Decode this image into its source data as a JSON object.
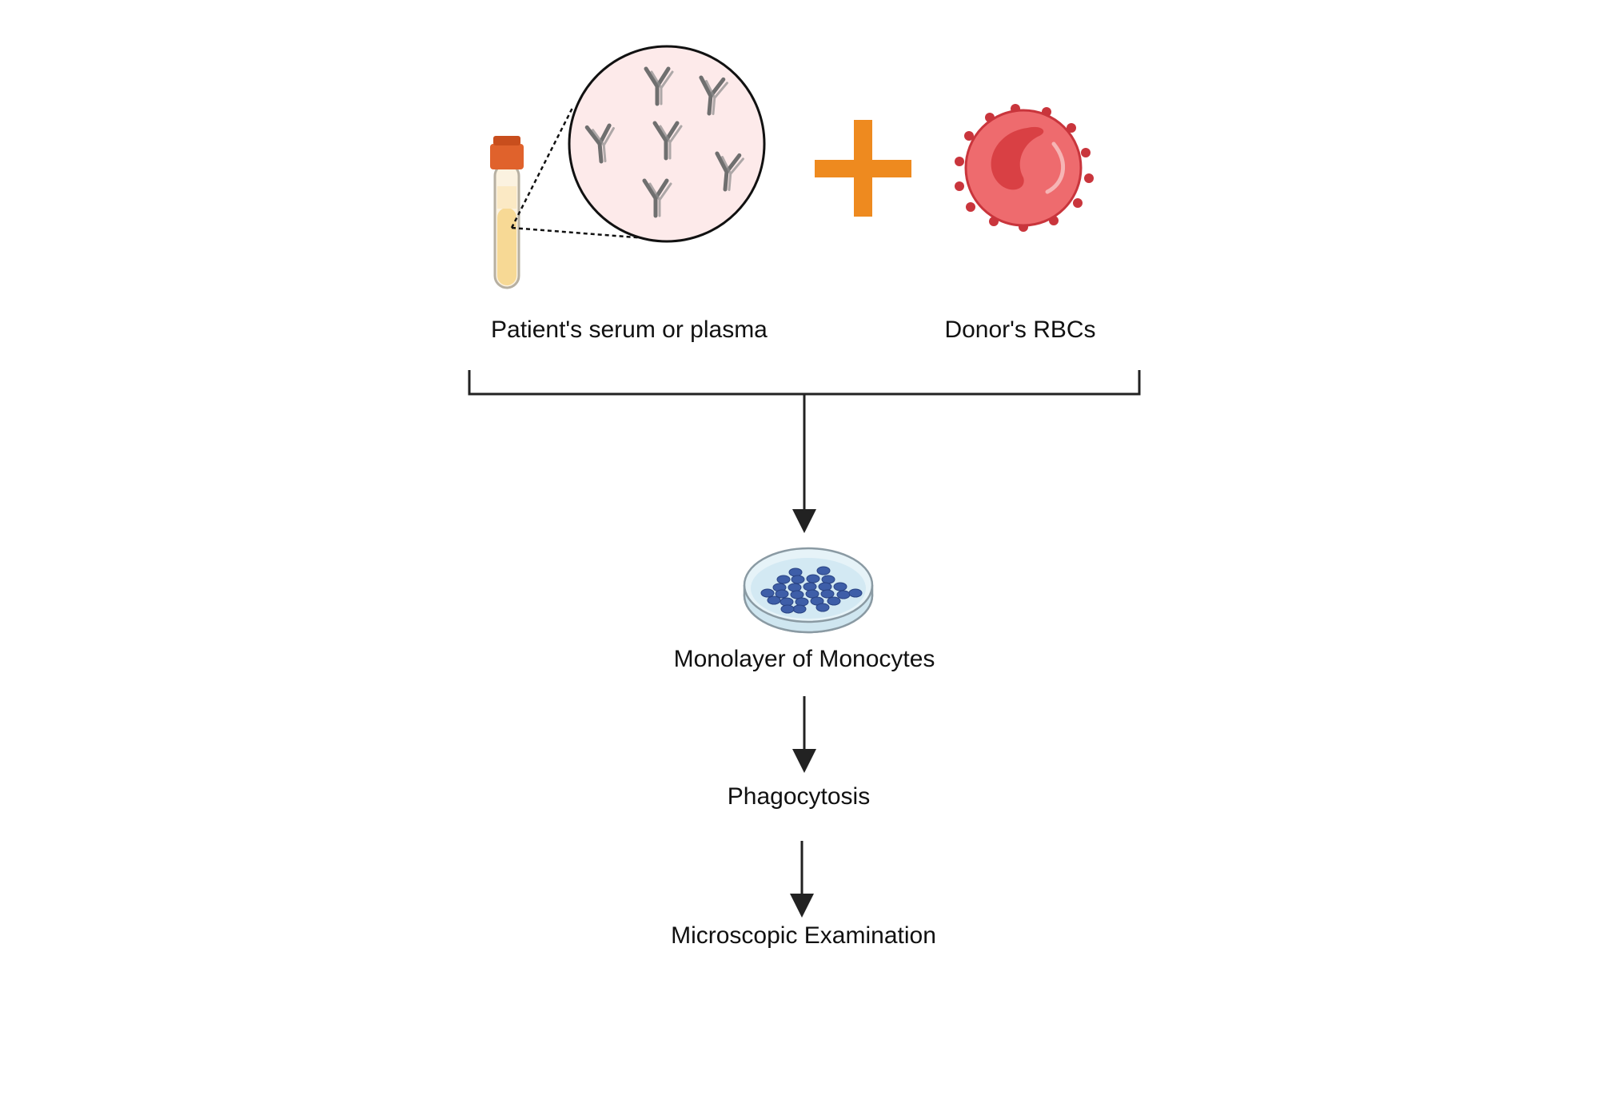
{
  "inputs": {
    "serum_label": "Patient's serum or plasma",
    "rbc_label": "Donor's RBCs",
    "plus_icon": "plus-icon"
  },
  "steps": [
    {
      "label": "Monolayer of Monocytes",
      "icon": "petri-dish-icon"
    },
    {
      "label": "Phagocytosis"
    },
    {
      "label": "Microscopic Examination"
    }
  ],
  "colors": {
    "plus": "#ee8a1f",
    "antibody": "#6f6f6f",
    "zoom_bg": "#fdeaea",
    "rbc": "#ee6b6e",
    "rbc_dark": "#c9353c",
    "tube_cap": "#e0622c",
    "tube_fluid": "#f7d995",
    "cells": "#3e5ea8",
    "dish": "#cfe6f0",
    "line": "#222222"
  }
}
